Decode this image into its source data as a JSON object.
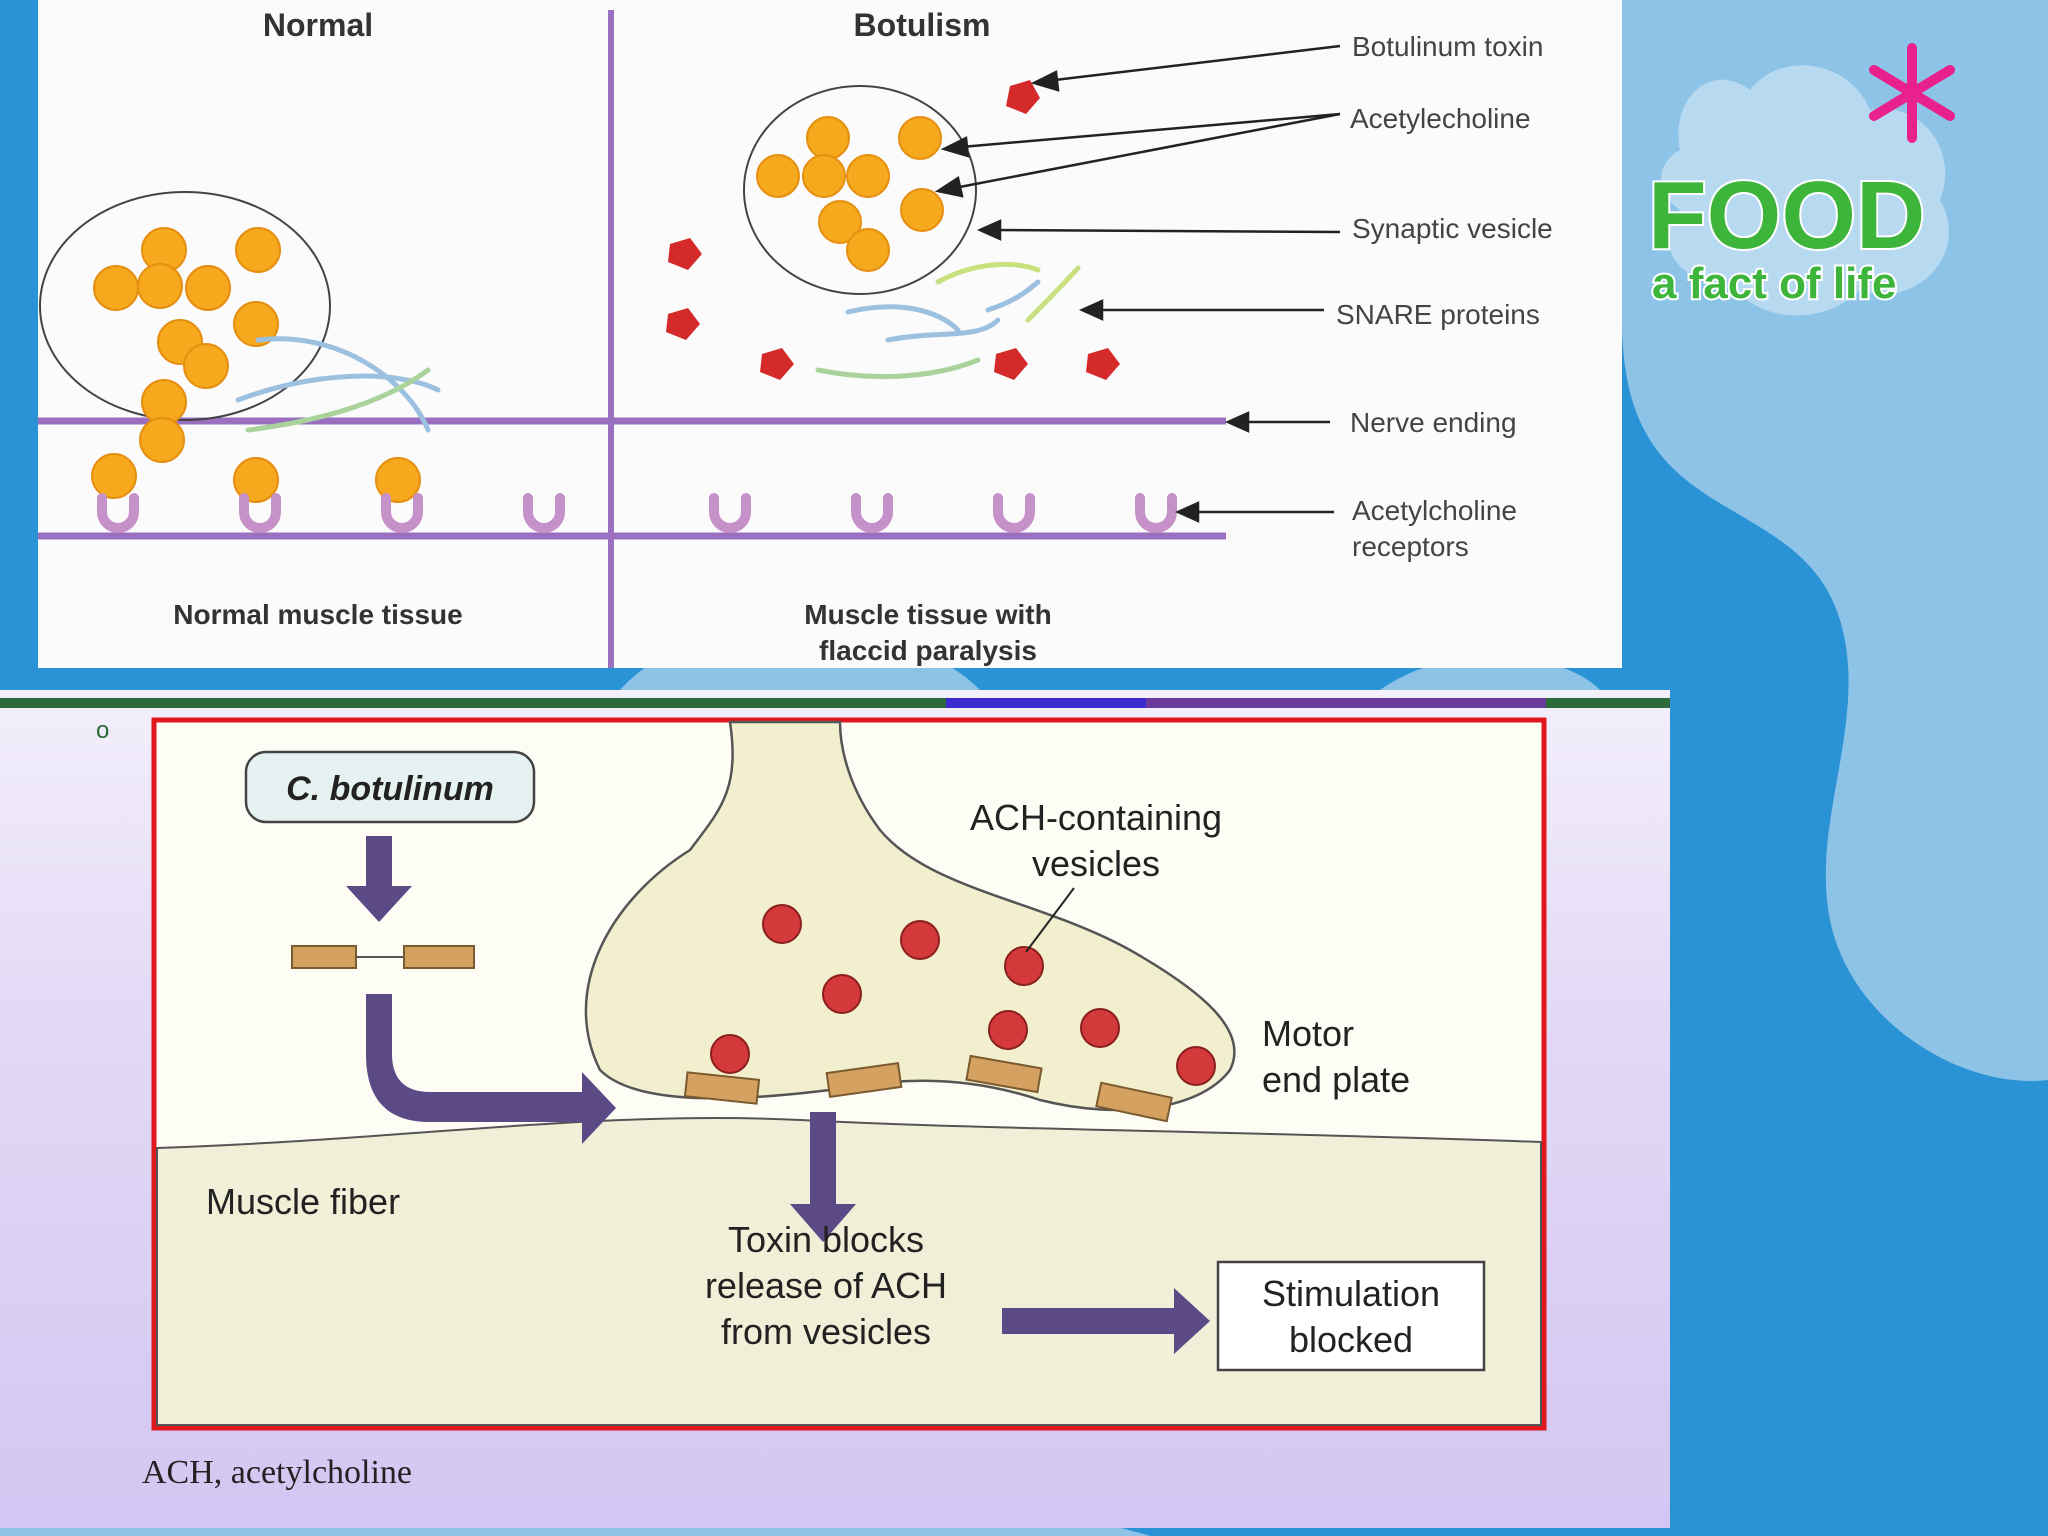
{
  "logo": {
    "word": "FOOD",
    "tagline": "a fact of life"
  },
  "top_diagram": {
    "heading_normal": "Normal",
    "heading_botulism": "Botulism",
    "label_toxin": "Botulinum toxin",
    "label_ach": "Acetylecholine",
    "label_vesicle": "Synaptic vesicle",
    "label_snare": "SNARE proteins",
    "label_nerve": "Nerve ending",
    "label_receptors_line1": "Acetylcholine",
    "label_receptors_line2": "receptors",
    "caption_normal": "Normal muscle tissue",
    "caption_paralysis_line1": "Muscle tissue with",
    "caption_paralysis_line2": "flaccid paralysis"
  },
  "bottom_diagram": {
    "bullet": "o",
    "organism": "C. botulinum",
    "ach_vesicles_line1": "ACH-containing",
    "ach_vesicles_line2": "vesicles",
    "motor_line1": "Motor",
    "motor_line2": "end plate",
    "muscle_fiber": "Muscle fiber",
    "toxin_line1": "Toxin blocks",
    "toxin_line2": "release of ACH",
    "toxin_line3": "from vesicles",
    "stim_line1": "Stimulation",
    "stim_line2": "blocked",
    "footnote": "ACH, acetylcholine"
  },
  "colors": {
    "background_blue": "#2a93d5",
    "light_blue_shape": "#8ec3e8",
    "logo_green": "#3db43a",
    "logo_pink": "#e8218c",
    "ach_orange": "#f6a91c",
    "toxin_red": "#d42a2a",
    "membrane_purple": "#9a6fc0",
    "border_red": "#e0181e",
    "arrow_purple": "#5b4a86"
  }
}
